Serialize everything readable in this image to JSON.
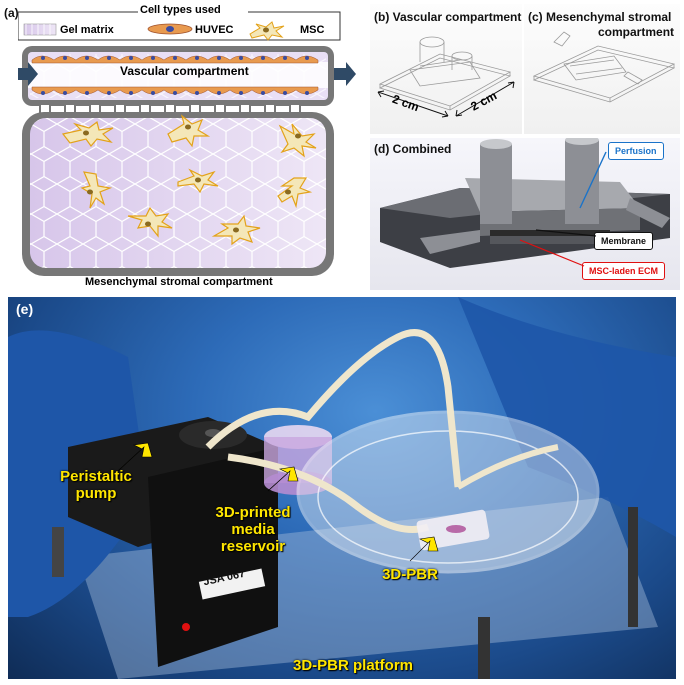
{
  "panel_a": {
    "label": "(a)",
    "legend_title": "Cell types used",
    "legend_items": [
      "Gel matrix",
      "HUVEC",
      "MSC"
    ],
    "vascular_label": "Vascular compartment",
    "stromal_label": "Mesenchymal stromal compartment"
  },
  "panel_b": {
    "label": "(b) Vascular compartment",
    "dim1": "2 cm",
    "dim2": "2 cm"
  },
  "panel_c": {
    "label": "(c) Mesenchymal stromal",
    "label2": "compartment"
  },
  "panel_d": {
    "label": "(d) Combined",
    "callouts": {
      "perfusion": "Perfusion",
      "membrane": "Membrane",
      "ecm": "MSC-laden ECM"
    },
    "colors": {
      "perfusion": "#1a73c9",
      "membrane": "#111111",
      "ecm": "#e01010"
    }
  },
  "panel_e": {
    "label": "(e)",
    "pump_label": [
      "Peristaltic",
      "pump"
    ],
    "reservoir_label": [
      "3D-printed",
      "media",
      "reservoir"
    ],
    "pbr_label": "3D-PBR",
    "platform_label": "3D-PBR platform",
    "pump_tag": "JSA 067",
    "label_color": "#ffe600"
  }
}
